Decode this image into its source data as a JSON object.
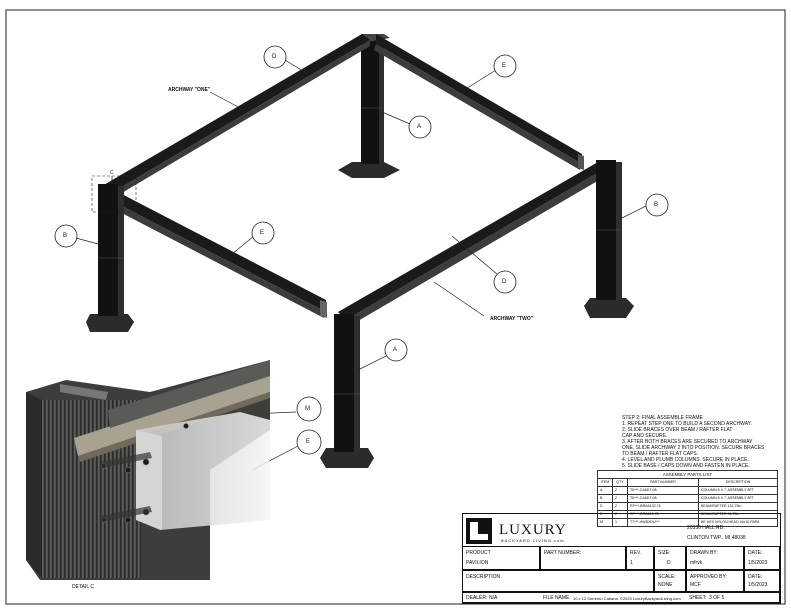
{
  "labels": {
    "archway_one": "ARCHWAY \"ONE\"",
    "archway_two": "ARCHWAY \"TWO\"",
    "detail": "DETAIL  C",
    "detail_marker": "C",
    "balloon_d": "D",
    "balloon_e": "E",
    "balloon_a": "A",
    "balloon_b": "B",
    "balloon_m": "M"
  },
  "instructions": [
    "STEP 2: FINAL ASSEMBLE FRAME",
    "1. REPEAT STEP ONE TO BUILD A SECOND ARCHWAY.",
    "2. SLIDE BRACES OVER BEAM / RAFTER FLAT",
    "CAP AND SECURE.",
    "3. AFTER BOTH BRACES ARE SECURED TO ARCHWAY",
    "ONE, SLIDE ARCHWAY 2 INTO POSITION. SECURE BRACES",
    "TO BEAM / RAFTER FLAT CAPS.",
    "4. LEVEL AND PLUMB COLUMNS. SECURE IN PLACE.",
    "5. SLIDE BASE / CAPS DOWN AND FASTEN IN PLACE."
  ],
  "parts_list": {
    "title": "ASSEMBLY PARTS LIST",
    "headers": [
      "ITEM",
      "QTY",
      "PART NUMBER",
      "DESCRIPTION"
    ],
    "rows": [
      [
        "A",
        "2",
        "TA***-CA6D7-08",
        "COLUMN 6 X 7' ASSEMBLY 8FT"
      ],
      [
        "B",
        "2",
        "TA***-CA6D7-08",
        "COLUMN 6 X 7' ASSEMBLY 8FT"
      ],
      [
        "D",
        "2",
        "RF***-BRA6132.75",
        "BEAM/RAFTER 132.75in"
      ],
      [
        "E",
        "2",
        "RF***-BRA606.75",
        "BEAM/RAFTER 96.75in"
      ],
      [
        "M",
        "1",
        "T7***-HWBXDU***",
        "BE HEX NYLON HEAD 16x16 PAPA"
      ]
    ]
  },
  "title_block": {
    "logo_main": "LUXURY",
    "logo_sub": "BACKYARD LIVING.com",
    "address_line1": "20330 HALL RD.",
    "address_line2": "CLINTON TWP., MI 48038",
    "product_label": "PRODUCT",
    "product_value": "PAVILION",
    "part_number_label": "PART NUMBER:",
    "rev_label": "REV.",
    "rev_value": "1",
    "size_label": "SIZE:",
    "size_value": "D",
    "drawn_by_label": "DRAWN BY:",
    "drawn_by_value": "mfrvk",
    "date_label": "DATE:",
    "date_value1": "1/5/2023",
    "description_label": "DESCRIPTION",
    "scale_label": "SCALE:",
    "scale_value": "NONE",
    "approved_label": "APPROVED BY:",
    "approved_value": "MCF",
    "date_label2": "DATE:",
    "date_value2": "1/5/2023",
    "dealer_label": "DEALER:",
    "dealer_value": "N/A",
    "file_name_label": "FILE NAME:",
    "file_name_value": "10 x 12 Sorrento Cabana. ©2023 LuxuryBackyardLiving.com",
    "sheet_label": "SHEET:",
    "sheet_value": "3 OF 5"
  }
}
